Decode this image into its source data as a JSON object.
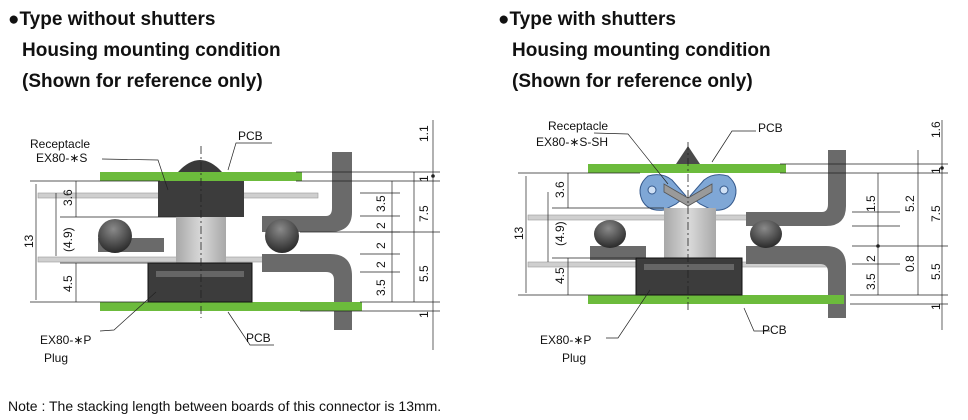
{
  "left": {
    "heading": "●Type without shutters",
    "subtitle1": "Housing mounting condition",
    "subtitle2": "(Shown for reference only)",
    "receptacle_label": "Receptacle",
    "receptacle_part": "EX80-∗S",
    "pcb_top": "PCB",
    "pcb_bottom": "PCB",
    "plug_part": "EX80-∗P",
    "plug_label": "Plug",
    "dims": {
      "d13": "13",
      "d3_6": "3.6",
      "d4_9": "(4.9)",
      "d4_5": "4.5",
      "d3_5a": "3.5",
      "d2a": "2",
      "d2b": "2",
      "d2c": "2",
      "d3_5b": "3.5",
      "d7_5": "7.5",
      "d5_5": "5.5",
      "d1_1": "1.1",
      "d1a": "1",
      "d1b": "1"
    }
  },
  "right": {
    "heading": "●Type with shutters",
    "subtitle1": "Housing mounting condition",
    "subtitle2": "(Shown for reference only)",
    "receptacle_label": "Receptacle",
    "receptacle_part": "EX80-∗S-SH",
    "pcb_top": "PCB",
    "pcb_bottom": "PCB",
    "plug_part": "EX80-∗P",
    "plug_label": "Plug",
    "dims": {
      "d13": "13",
      "d3_6": "3.6",
      "d4_9": "(4.9)",
      "d4_5": "4.5",
      "d1_5": "1.5",
      "d2": "2",
      "d3_5": "3.5",
      "d5_2": "5.2",
      "d0_8": "0.8",
      "d7_5": "7.5",
      "d5_5": "5.5",
      "d1_6": "1.6",
      "d1a": "1",
      "d1b": "1"
    }
  },
  "note": "Note : The stacking length between boards of this connector is 13mm.",
  "colors": {
    "pcb": "#6cbb3c",
    "housing": "#6e6e6e",
    "connector": "#3a3a3a",
    "shutter": "#7fa7d6",
    "lines": "#222222"
  }
}
